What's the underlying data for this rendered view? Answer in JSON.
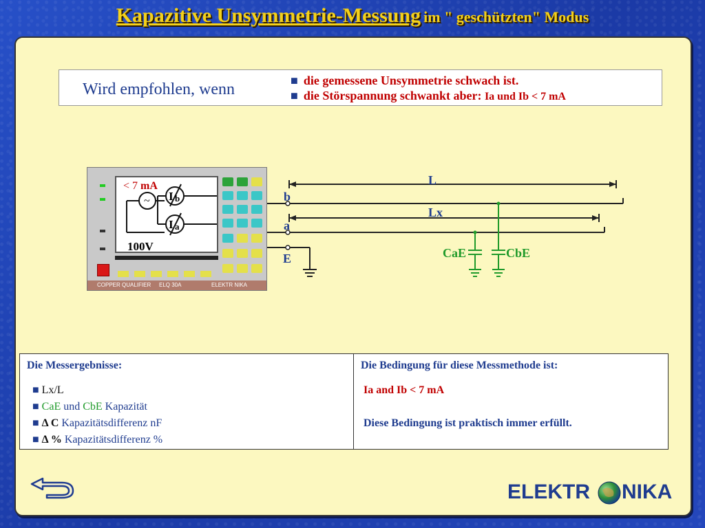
{
  "title": {
    "main": "Kapazitive Unsymmetrie-Messung",
    "tail": "im \" geschützten\" Modus"
  },
  "recommendation": {
    "lead": "Wird empfohlen, wenn",
    "bullet_glyph": "■",
    "line1": "die gemessene Unsymmetrie schwach  ist.",
    "line2_main": "die Störspannung schwankt aber:",
    "line2_small": "Ia und Ib < 7 mA"
  },
  "device": {
    "screen_prefix": "< 7 ",
    "screen_unit": "mA",
    "source_voltage": "100V",
    "ac_symbol": "~",
    "ib_label": "I",
    "ib_sub": "b",
    "ia_label": "I",
    "ia_sub": "a",
    "strip_left": "COPPER QUALIFIER",
    "strip_mid": "ELQ 30A",
    "strip_right": "ELEKTR   NIKA"
  },
  "diagram": {
    "label_L": "L",
    "label_Lx": "Lx",
    "term_b": "b",
    "term_a": "a",
    "term_E": "E",
    "cap_a": "CaE",
    "cap_b": "CbE"
  },
  "results": {
    "left_header": "Die Messergebnisse:",
    "bullet_glyph": "■",
    "items": [
      {
        "main": "Lx/L"
      },
      {
        "green1": "CaE",
        "mid": " und ",
        "green2": "CbE",
        "rest": " Kapazität"
      },
      {
        "sym": "Δ C",
        "rest": " Kapazitätsdifferenz  nF"
      },
      {
        "sym": "Δ %",
        "rest": " Kapazitätsdifferenz  %"
      }
    ],
    "right_header": "Die Bedingung für diese Messmethode ist:",
    "condition": "Ia and Ib < 7 mA",
    "note": "Diese Bedingung ist praktisch immer erfüllt."
  },
  "logo": {
    "left": "ELEKTR",
    "right": "NIKA"
  },
  "colors": {
    "title": "#f4d11a",
    "panel": "#fcf8c0",
    "text_blue": "#1f3c8f",
    "text_red": "#c00000",
    "capacitor_green": "#1f9a2a"
  }
}
